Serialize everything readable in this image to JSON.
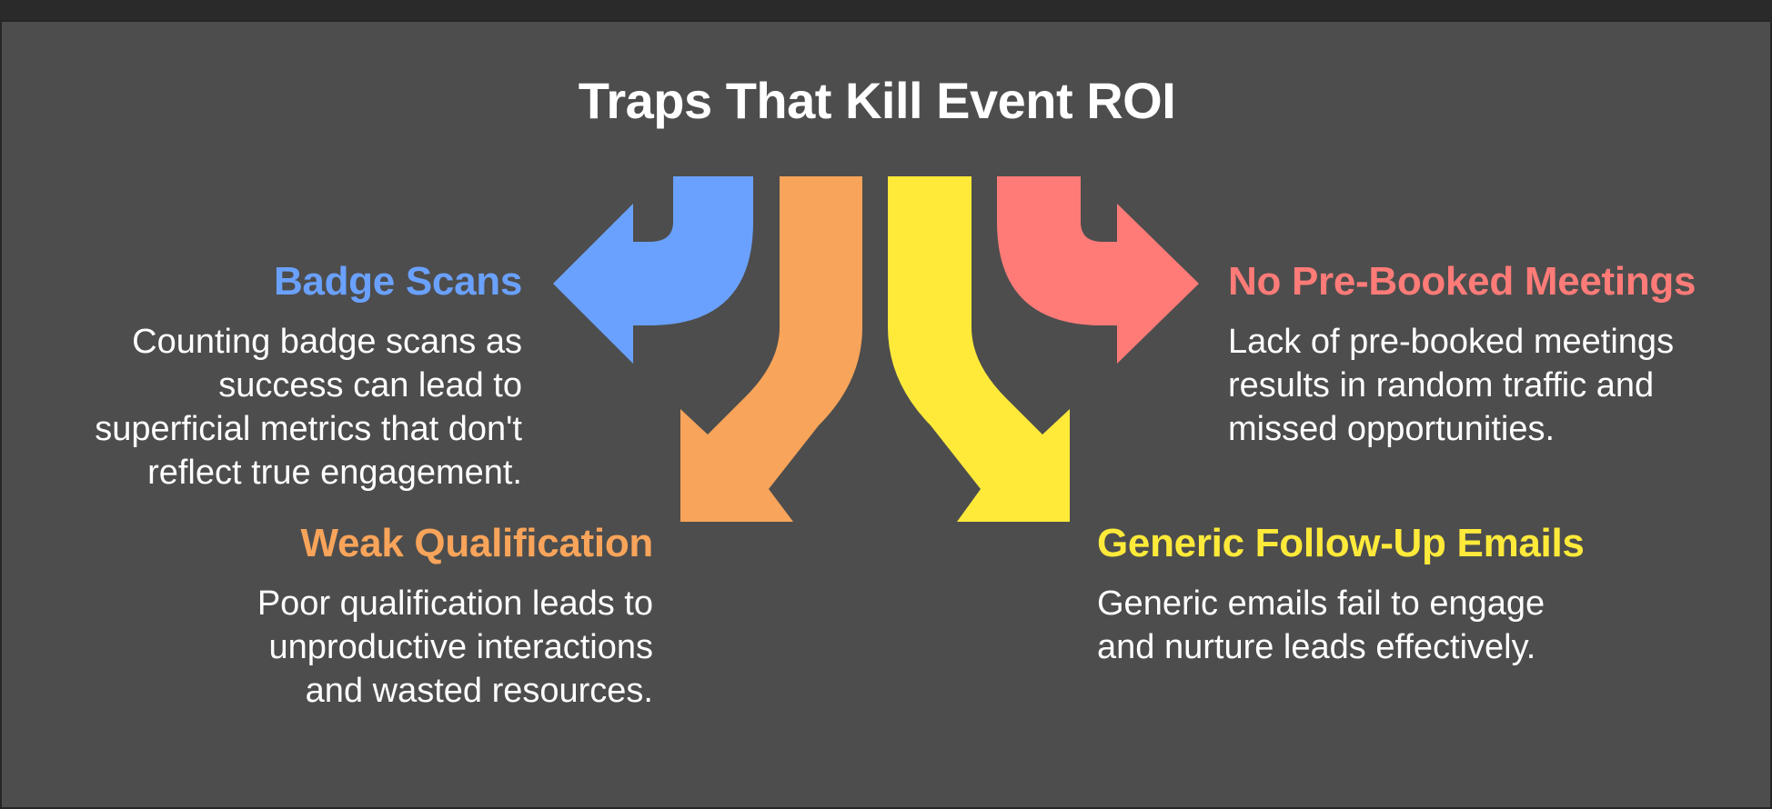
{
  "title": "Traps That Kill Event ROI",
  "colors": {
    "background": "#4d4d4d",
    "blue": "#6aa1ff",
    "orange": "#f8a45a",
    "yellow": "#ffea3a",
    "red": "#ff7b78"
  },
  "traps": {
    "badge_scans": {
      "heading": "Badge Scans",
      "desc_lines": [
        "Counting badge scans as",
        "success can lead to",
        "superficial metrics that don't",
        "reflect true engagement."
      ]
    },
    "weak_qualification": {
      "heading": "Weak Qualification",
      "desc_lines": [
        "Poor qualification leads to",
        "unproductive interactions",
        "and wasted resources."
      ]
    },
    "no_prebooked": {
      "heading": "No Pre-Booked Meetings",
      "desc_lines": [
        "Lack of pre-booked meetings",
        "results in random traffic and",
        "missed opportunities."
      ]
    },
    "generic_followup": {
      "heading": "Generic Follow-Up Emails",
      "desc_lines": [
        "Generic emails fail to engage",
        "and nurture leads effectively."
      ]
    }
  }
}
